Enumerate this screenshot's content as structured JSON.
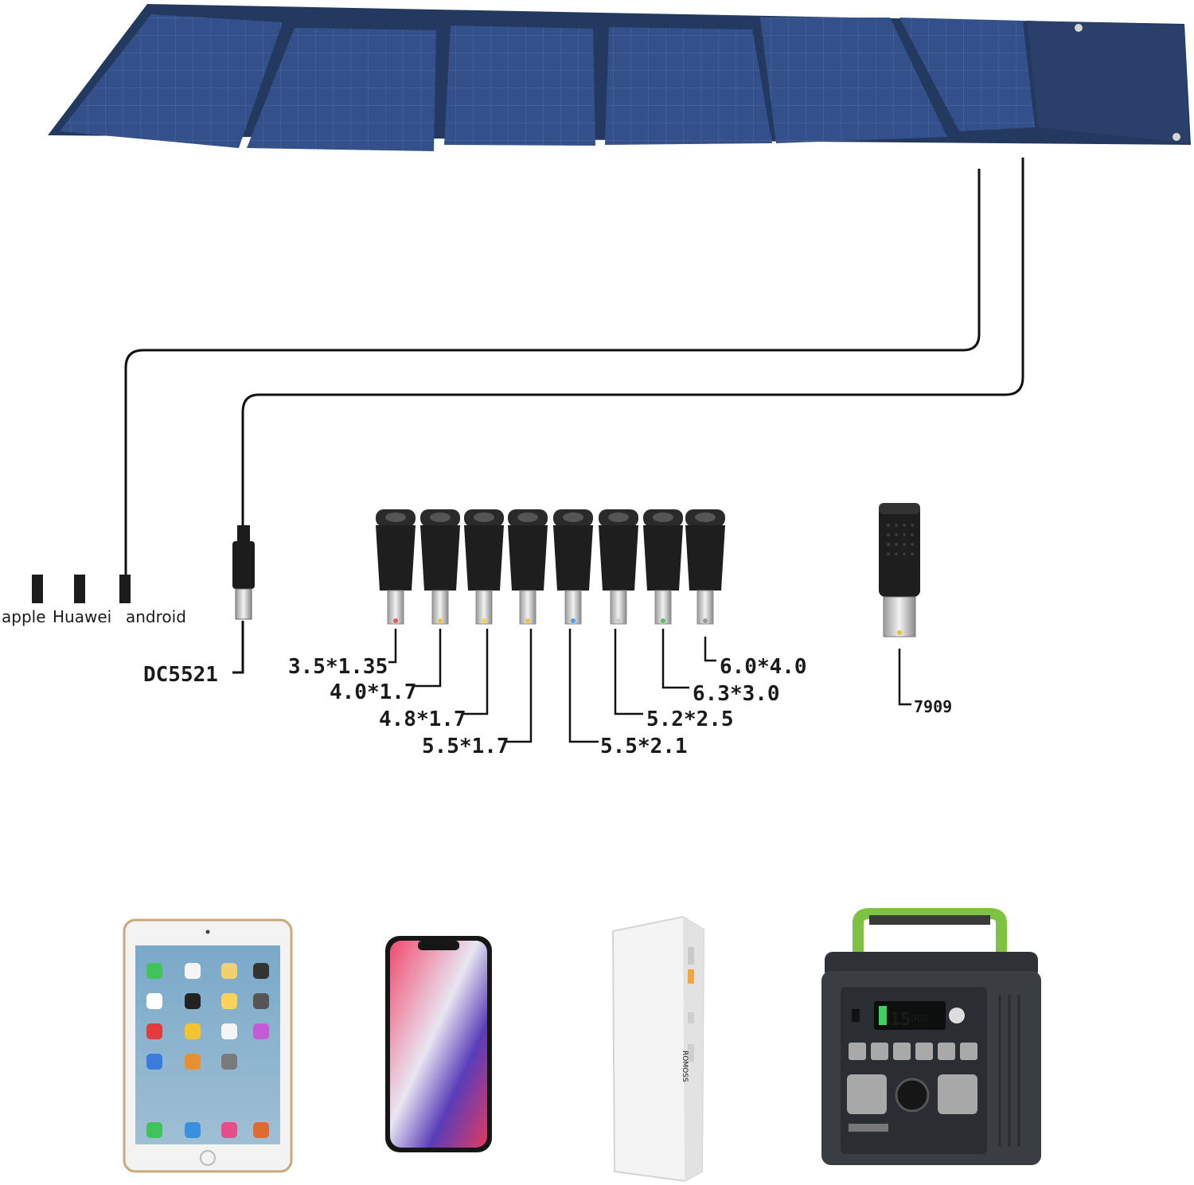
{
  "cable_labels": {
    "apple": "apple",
    "huawei": "Huawei",
    "android": "android",
    "dc": "DC5521"
  },
  "adapter_labels": [
    "3.5*1.35",
    "4.0*1.7",
    "4.8*1.7",
    "5.5*1.7",
    "5.5*2.1",
    "5.2*2.5",
    "6.3*3.0",
    "6.0*4.0"
  ],
  "extra_adapter_label": "7909",
  "powerbank": {
    "brand": "ROMOSS"
  },
  "power_station": {
    "display": "15",
    "display_unit": "000"
  },
  "colors": {
    "panel": "#2f4a7a",
    "panel_dark": "#1f3358",
    "cable": "#111111",
    "station_handle": "#7ec242",
    "station_body": "#3a3d42"
  }
}
